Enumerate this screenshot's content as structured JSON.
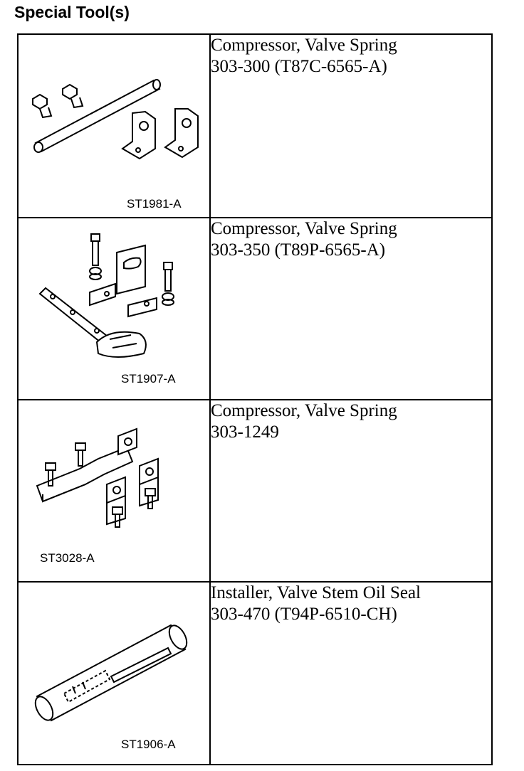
{
  "title": "Special Tool(s)",
  "tools": [
    {
      "image_code": "ST1981-A",
      "name": "Compressor, Valve Spring",
      "number": "303-300 (T87C-6565-A)"
    },
    {
      "image_code": "ST1907-A",
      "name": "Compressor, Valve Spring",
      "number": "303-350 (T89P-6565-A)"
    },
    {
      "image_code": "ST3028-A",
      "name": "Compressor, Valve Spring",
      "number": "303-1249"
    },
    {
      "image_code": "ST1906-A",
      "name": "Installer, Valve Stem Oil Seal",
      "number": "303-470 (T94P-6510-CH)"
    }
  ]
}
